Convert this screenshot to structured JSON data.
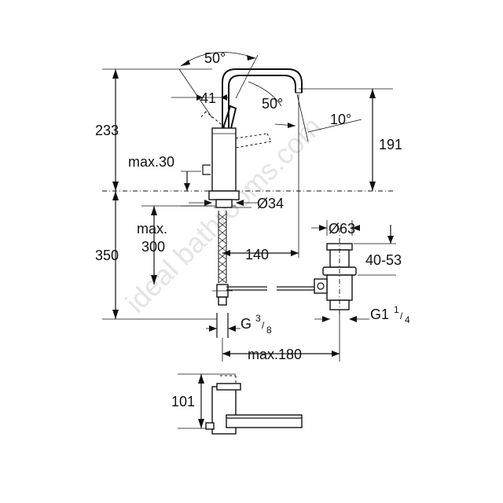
{
  "watermark": "ideal bathrooms.com",
  "dimensions": {
    "total_height": "233",
    "spout_height": "191",
    "lever_angle": "50°",
    "spout_rotation": "50°",
    "spout_tilt": "10°",
    "lever_offset": "41",
    "deck_thickness": "max.30",
    "hole_diameter": "Ø34",
    "waste_diameter": "Ø63",
    "hose_length_label": "max.",
    "hose_length_value": "300",
    "below_deck": "350",
    "spout_reach": "140",
    "waste_range": "40-53",
    "connection_thread": "G",
    "connection_thread_sup": "3",
    "connection_thread_sub": "8",
    "waste_thread": "G1",
    "waste_thread_sup": "1",
    "waste_thread_sub": "4",
    "waste_offset": "max.180",
    "top_view_depth": "101"
  }
}
